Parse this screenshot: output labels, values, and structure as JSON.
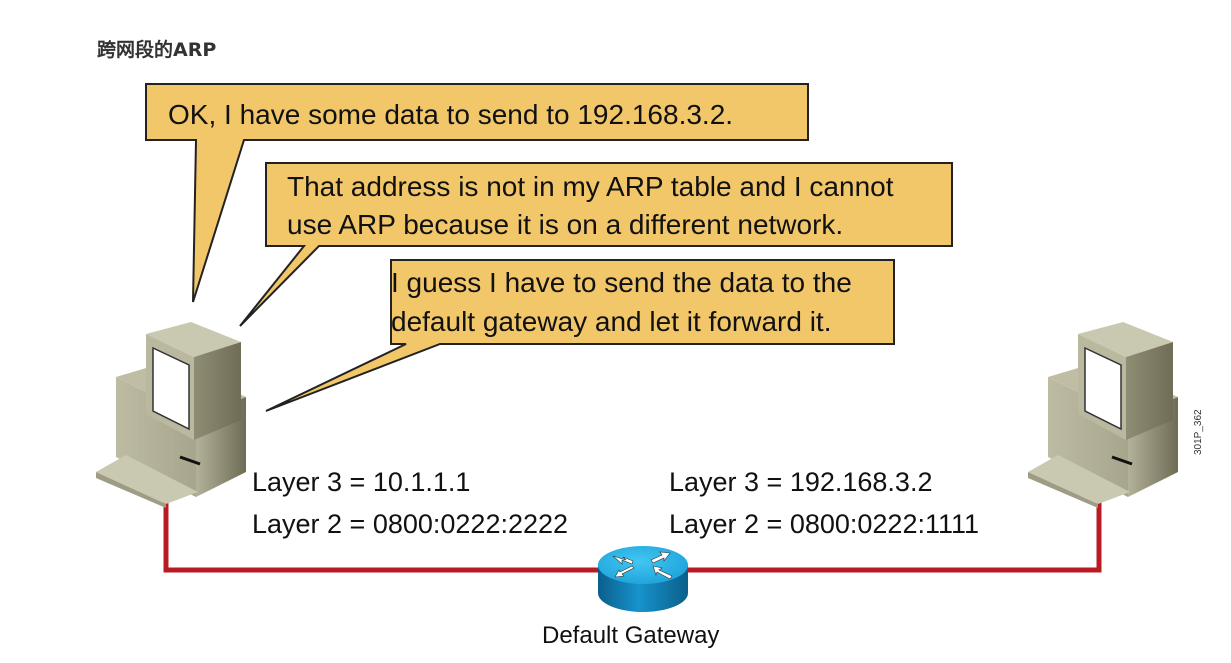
{
  "title": "跨网段的ARP",
  "bubbles": [
    {
      "lines": [
        "OK, I have some data to send to 192.168.3.2."
      ]
    },
    {
      "lines": [
        "That address is not in my ARP table and I cannot",
        "use ARP because it is on a different network."
      ]
    },
    {
      "lines": [
        "I guess I have to send the data to the",
        "default gateway and let it forward it."
      ]
    }
  ],
  "hosts": {
    "left": {
      "layer3": "Layer 3 = 10.1.1.1",
      "layer2": "Layer 2 = 0800:0222:2222"
    },
    "right": {
      "layer3": "Layer 3 = 192.168.3.2",
      "layer2": "Layer 2 = 0800:0222:1111"
    }
  },
  "router": {
    "label": "Default Gateway"
  },
  "figure_code": "301P_362",
  "colors": {
    "bubble_fill": "#f2c76a",
    "bubble_stroke": "#222222",
    "link": "#b81c22",
    "router_top": "#1ea9e1",
    "router_side": "#0f77a8",
    "pc_light": "#c9c8b0",
    "pc_mid": "#aeac93",
    "pc_dark": "#7d7b62"
  }
}
